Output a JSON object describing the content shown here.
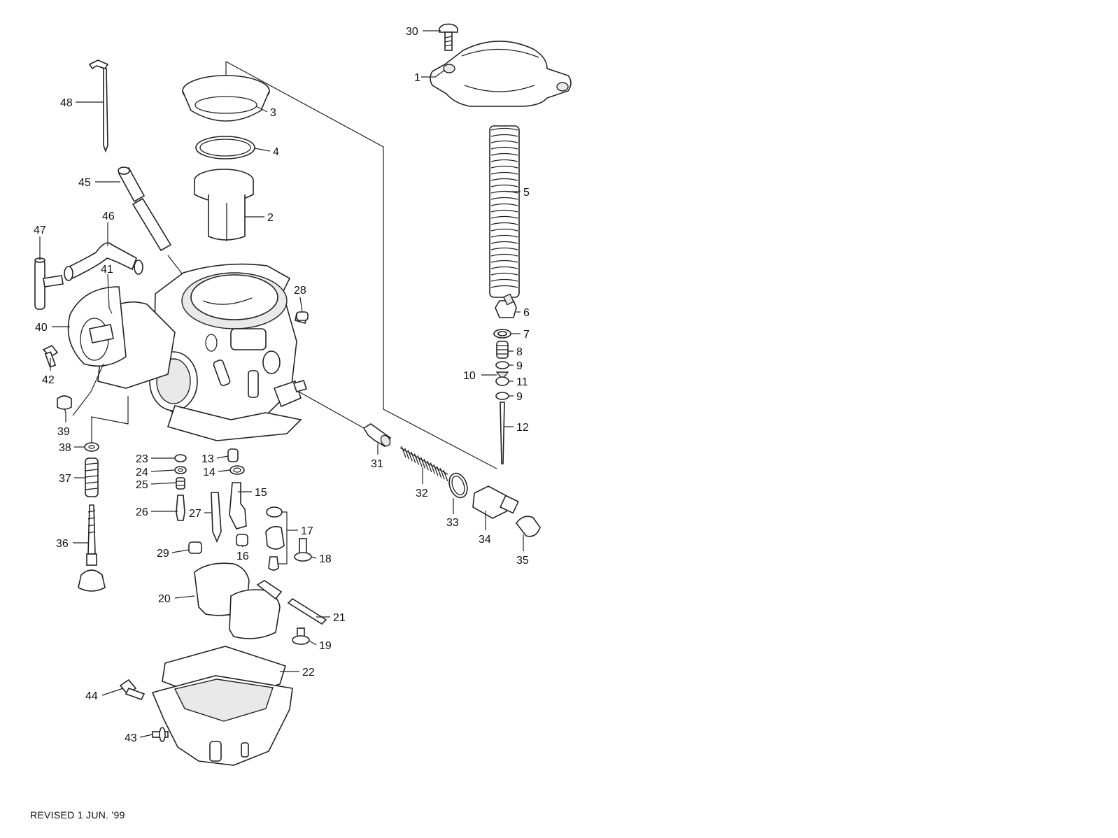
{
  "diagram": {
    "footer_note": "REVISED 1 JUN. '99",
    "callouts": {
      "c1": "1",
      "c2": "2",
      "c3": "3",
      "c4": "4",
      "c5": "5",
      "c6": "6",
      "c7": "7",
      "c8": "8",
      "c9a": "9",
      "c9b": "9",
      "c10": "10",
      "c11": "11",
      "c12": "12",
      "c13": "13",
      "c14": "14",
      "c15": "15",
      "c16": "16",
      "c17": "17",
      "c18": "18",
      "c19": "19",
      "c20": "20",
      "c21": "21",
      "c22": "22",
      "c23": "23",
      "c24": "24",
      "c25": "25",
      "c26": "26",
      "c27": "27",
      "c28": "28",
      "c29": "29",
      "c30": "30",
      "c31": "31",
      "c32": "32",
      "c33": "33",
      "c34": "34",
      "c35": "35",
      "c36": "36",
      "c37": "37",
      "c38": "38",
      "c39": "39",
      "c40": "40",
      "c41": "41",
      "c42": "42",
      "c43": "43",
      "c44": "44",
      "c45": "45",
      "c46": "46",
      "c47": "47",
      "c48": "48"
    }
  }
}
